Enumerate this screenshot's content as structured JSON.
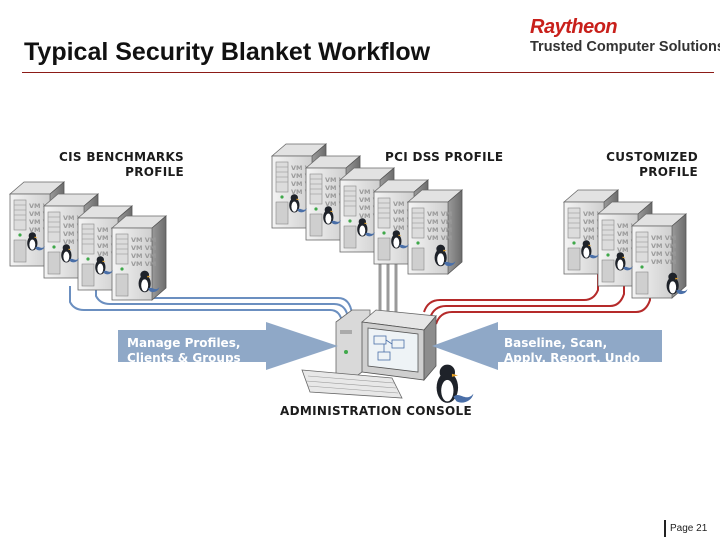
{
  "slide": {
    "title": "Typical Security Blanket Workflow",
    "logo": {
      "brand": "Raytheon",
      "subtitle": "Trusted Computer Solutions"
    },
    "groups": {
      "cis": {
        "line1": "CIS BENCHMARKS",
        "line2": "PROFILE"
      },
      "pci": {
        "line1": "PCI DSS PROFILE"
      },
      "custom": {
        "line1": "CUSTOMIZED",
        "line2": "PROFILE"
      }
    },
    "arrows": {
      "manage": {
        "line1": "Manage Profiles,",
        "line2": "Clients & Groups"
      },
      "baseline": {
        "line1": "Baseline, Scan,",
        "line2": "Apply, Report, Undo"
      }
    },
    "console_label": "ADMINISTRATION CONSOLE",
    "server_badge": "VM",
    "page": {
      "label": "Page",
      "number": "21"
    }
  },
  "colors": {
    "title_rule": "#8c1b17",
    "brand_red": "#c8201b",
    "arrow_fill": "#8fa8c7",
    "blue_lines": "#6b8fc0",
    "red_lines": "#b52a2a",
    "gray_lines": "#9a9a9a"
  },
  "icons": [
    "server-icon",
    "penguin-icon",
    "workstation-icon",
    "keyboard-icon",
    "arrow-left-icon"
  ]
}
